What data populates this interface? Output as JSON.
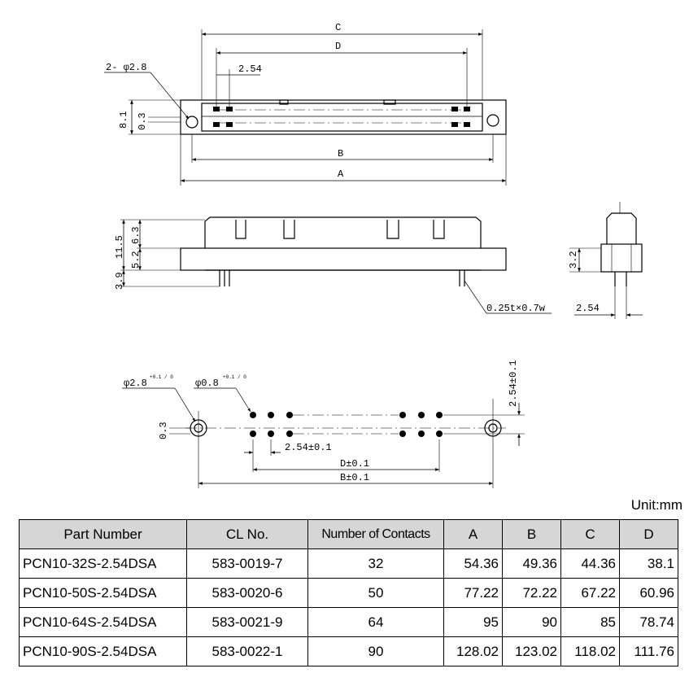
{
  "drawing": {
    "top_view": {
      "label_c": "C",
      "label_d": "D",
      "label_b": "B",
      "label_a": "A",
      "label_pitch": "2.54",
      "label_holes": "2- φ2.8",
      "label_height": "8.1",
      "label_offset": "0.3"
    },
    "side_view": {
      "label_11_5": "11.5",
      "label_6_3": "6.3",
      "label_5_2": "5.2",
      "label_3_9": "3.9",
      "label_pin": "0.25t×0.7w"
    },
    "end_view": {
      "label_3_2": "3.2",
      "label_2_54": "2.54"
    },
    "pcb_layout": {
      "label_hole_big": "φ2.8",
      "label_hole_big_tol": "+0.1 / 0",
      "label_hole_small": "φ0.8",
      "label_hole_small_tol": "+0.1 / 0",
      "label_offset": "0.3",
      "label_row_pitch": "2.54±0.1",
      "label_pitch": "2.54±0.1",
      "label_d": "D±0.1",
      "label_b": "B±0.1"
    }
  },
  "unit_label": "Unit:mm",
  "table": {
    "headers": [
      "Part Number",
      "CL No.",
      "Number of Contacts",
      "A",
      "B",
      "C",
      "D"
    ],
    "rows": [
      {
        "part": "PCN10-32S-2.54DSA",
        "cl": "583-0019-7",
        "contacts": "32",
        "a": "54.36",
        "b": "49.36",
        "c": "44.36",
        "d": "38.1"
      },
      {
        "part": "PCN10-50S-2.54DSA",
        "cl": "583-0020-6",
        "contacts": "50",
        "a": "77.22",
        "b": "72.22",
        "c": "67.22",
        "d": "60.96"
      },
      {
        "part": "PCN10-64S-2.54DSA",
        "cl": "583-0021-9",
        "contacts": "64",
        "a": "95",
        "b": "90",
        "c": "85",
        "d": "78.74"
      },
      {
        "part": "PCN10-90S-2.54DSA",
        "cl": "583-0022-1",
        "contacts": "90",
        "a": "128.02",
        "b": "123.02",
        "c": "118.02",
        "d": "111.76"
      }
    ]
  }
}
